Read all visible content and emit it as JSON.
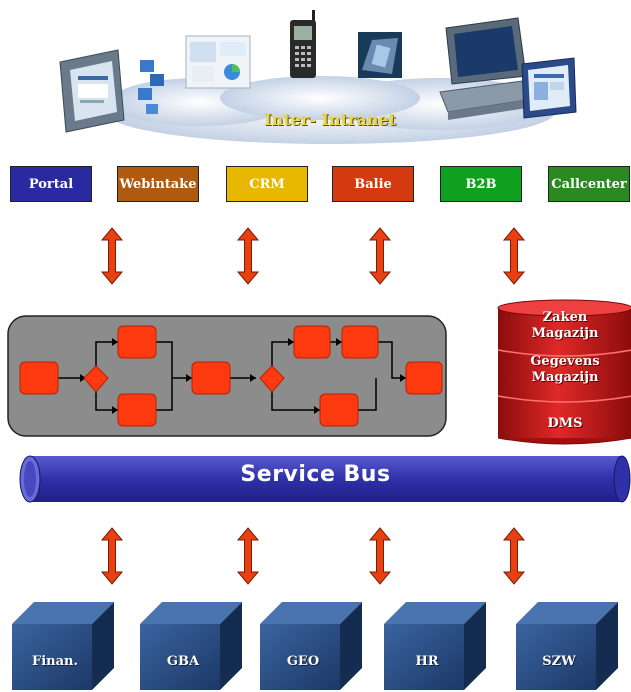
{
  "network": {
    "label": "Inter- Intranet"
  },
  "channels": [
    {
      "label": "Portal",
      "bg": "#2a2aa0",
      "fg": "#ffffff"
    },
    {
      "label": "Webintake",
      "bg": "#b05a10",
      "fg": "#ffffff"
    },
    {
      "label": "CRM",
      "bg": "#e8b800",
      "fg": "#ffffff"
    },
    {
      "label": "Balie",
      "bg": "#d43a10",
      "fg": "#ffffff"
    },
    {
      "label": "B2B",
      "bg": "#10a020",
      "fg": "#ffffff"
    },
    {
      "label": "Callcenter",
      "bg": "#2a8a20",
      "fg": "#ffffff"
    }
  ],
  "stores": [
    {
      "line1": "Zaken",
      "line2": "Magazijn"
    },
    {
      "line1": "Gegevens",
      "line2": "Magazijn"
    },
    {
      "line1": "DMS",
      "line2": ""
    }
  ],
  "bus": {
    "label": "Service Bus",
    "color": "#3a3ab0"
  },
  "systems": [
    {
      "label": "Finan."
    },
    {
      "label": "GBA"
    },
    {
      "label": "GEO"
    },
    {
      "label": "HR"
    },
    {
      "label": "SZW"
    }
  ],
  "colors": {
    "arrow": "#e84010",
    "process_node": "#ff3a10",
    "process_panel": "#8a8a8a",
    "store": "#c81818",
    "block": "#24487a"
  },
  "icons": [
    "monitor-icon",
    "document-icon",
    "chart-screenshot-icon",
    "mobile-phone-icon",
    "pda-icon",
    "desktop-computer-icon"
  ]
}
